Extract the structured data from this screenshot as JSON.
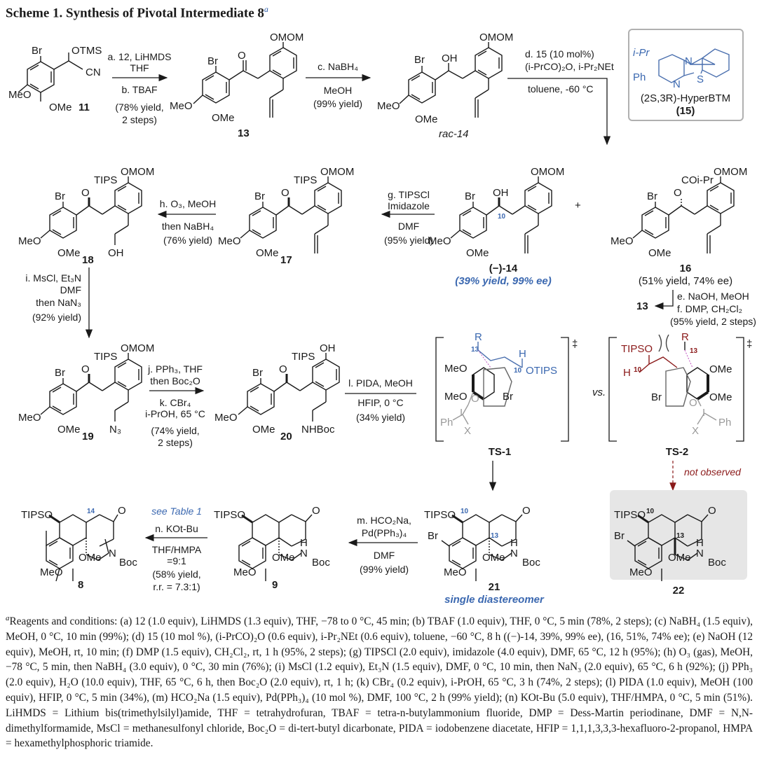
{
  "title": {
    "text": "Scheme 1. Synthesis of Pivotal Intermediate 8",
    "footnote_marker": "a"
  },
  "compounds": {
    "c11": "11",
    "c13": "13",
    "c14rac": "rac-14",
    "c14": "(−)-14",
    "c14_yield": "(39% yield, 99% ee)",
    "c15_name": "(2S,3R)-HyperBTM",
    "c15": "(15)",
    "c16": "16",
    "c16_yield": "(51% yield, 74% ee)",
    "c17": "17",
    "c18": "18",
    "c19": "19",
    "c20": "20",
    "ts1": "TS-1",
    "ts2": "TS-2",
    "c21": "21",
    "c21_note": "single diastereomer",
    "c22": "22",
    "c9": "9",
    "c8": "8",
    "not_observed": "not observed",
    "vs": "vs.",
    "dagger": "‡"
  },
  "atoms": {
    "Br": "Br",
    "OTMS": "OTMS",
    "CN": "CN",
    "MeO": "MeO",
    "OMe": "OMe",
    "O": "O",
    "OMOM": "OMOM",
    "OH": "OH",
    "TIPS": "TIPS",
    "COiPr": "COi-Pr",
    "N3": "N₃",
    "NHBoc": "NHBoc",
    "TIPSO": "TIPSO",
    "OTIPS": "OTIPS",
    "R": "R",
    "H": "H",
    "Ph": "Ph",
    "X": "X",
    "I": "I",
    "N": "N",
    "S": "S",
    "Boc": "Boc",
    "iPr": "i-Pr",
    "n10": "10",
    "n13": "13",
    "n14": "14"
  },
  "conditions": {
    "ab_top1": "a. 12, LiHMDS",
    "ab_top2": "THF",
    "ab_bot1": "b. TBAF",
    "ab_bot2": "(78% yield,",
    "ab_bot3": "2 steps)",
    "c_top": "c. NaBH₄",
    "c_bot1": "MeOH",
    "c_bot2": "(99% yield)",
    "d_top1": "d.  15 (10 mol%)",
    "d_top2": "(i-PrCO)₂O, i-Pr₂NEt",
    "d_bot": "toluene, -60 °C",
    "g_top1": "g. TIPSCl",
    "g_top2": "Imidazole",
    "g_bot1": "DMF",
    "g_bot2": "(95% yield)",
    "h_top": "h. O₃, MeOH",
    "h_bot1": "then NaBH₄",
    "h_bot2": "(76% yield)",
    "ef_1": "e. NaOH, MeOH",
    "ef_2": "f. DMP, CH₂Cl₂",
    "ef_3": "(95% yield, 2 steps)",
    "ef_target": "13",
    "i_1": "i. MsCl, Et₃N",
    "i_2": "DMF",
    "i_3": "then NaN₃",
    "i_4": "(92% yield)",
    "jk_top1": "j. PPh₃, THF",
    "jk_top2": "then Boc₂O",
    "jk_bot1": "k. CBr₄",
    "jk_bot2": "i-PrOH, 65 °C",
    "jk_bot3": "(74% yield,",
    "jk_bot4": "2 steps)",
    "l_top": "l. PIDA, MeOH",
    "l_bot1": "HFIP, 0 °C",
    "l_bot2": "(34% yield)",
    "m_top1": "m. HCO₂Na,",
    "m_top2": "Pd(PPh₃)₄",
    "m_bot1": "DMF",
    "m_bot2": "(99% yield)",
    "n_note": "see Table 1",
    "n_top": "n. KOt-Bu",
    "n_bot1": "THF/HMPA",
    "n_bot2": "=9:1",
    "n_bot3": "(58% yield,",
    "n_bot4": "r.r. = 7.3:1)"
  },
  "footnote": {
    "marker": "a",
    "text": "Reagents and conditions: (a) 12 (1.0 equiv), LiHMDS (1.3 equiv), THF, −78 to 0 °C, 45 min; (b) TBAF (1.0 equiv), THF, 0 °C, 5 min (78%, 2 steps); (c) NaBH₄ (1.5 equiv), MeOH, 0 °C, 10 min (99%); (d) 15 (10 mol %), (i-PrCO)₂O (0.6 equiv), i-Pr₂NEt (0.6 equiv), toluene, −60 °C, 8 h ((−)-14, 39%, 99% ee), (16, 51%, 74% ee); (e) NaOH (12 equiv), MeOH, rt, 10 min; (f) DMP (1.5 equiv), CH₂Cl₂, rt, 1 h (95%, 2 steps); (g) TIPSCl (2.0 equiv), imidazole (4.0 equiv), DMF, 65 °C, 12 h (95%); (h) O₃ (gas), MeOH, −78 °C, 5 min, then NaBH₄ (3.0 equiv), 0 °C, 30 min (76%); (i) MsCl (1.2 equiv), Et₃N (1.5 equiv), DMF, 0 °C, 10 min, then NaN₃ (2.0 equiv), 65 °C, 6 h (92%); (j) PPh₃ (2.0 equiv), H₂O (10.0 equiv), THF, 65 °C, 6 h, then Boc₂O (2.0 equiv), rt, 1 h; (k) CBr₄ (0.2 equiv), i-PrOH, 65 °C, 3 h (74%, 2 steps); (l) PIDA (1.0 equiv), MeOH (100 equiv), HFIP, 0 °C, 5 min (34%), (m) HCO₂Na (1.5 equiv), Pd(PPh₃)₄ (10 mol %), DMF, 100 °C, 2 h (99% yield); (n) KOt-Bu (5.0 equiv), THF/HMPA, 0 °C, 5 min (51%). LiHMDS = Lithium bis(trimethylsilyl)amide, THF = tetrahydrofuran, TBAF = tetra-n-butylammonium fluoride, DMP = Dess-Martin periodinane, DMF = N,N-dimethylformamide, MsCl = methanesulfonyl chloride, Boc₂O = di-tert-butyl dicarbonate, PIDA = iodobenzene diacetate, HFIP = 1,1,1,3,3,3-hexafluoro-2-propanol, HMPA = hexamethylphosphoric triamide."
  },
  "colors": {
    "accent_blue": "#3b68b0",
    "accent_red": "#8b1a1a",
    "box_grey": "#e6e6e6"
  }
}
